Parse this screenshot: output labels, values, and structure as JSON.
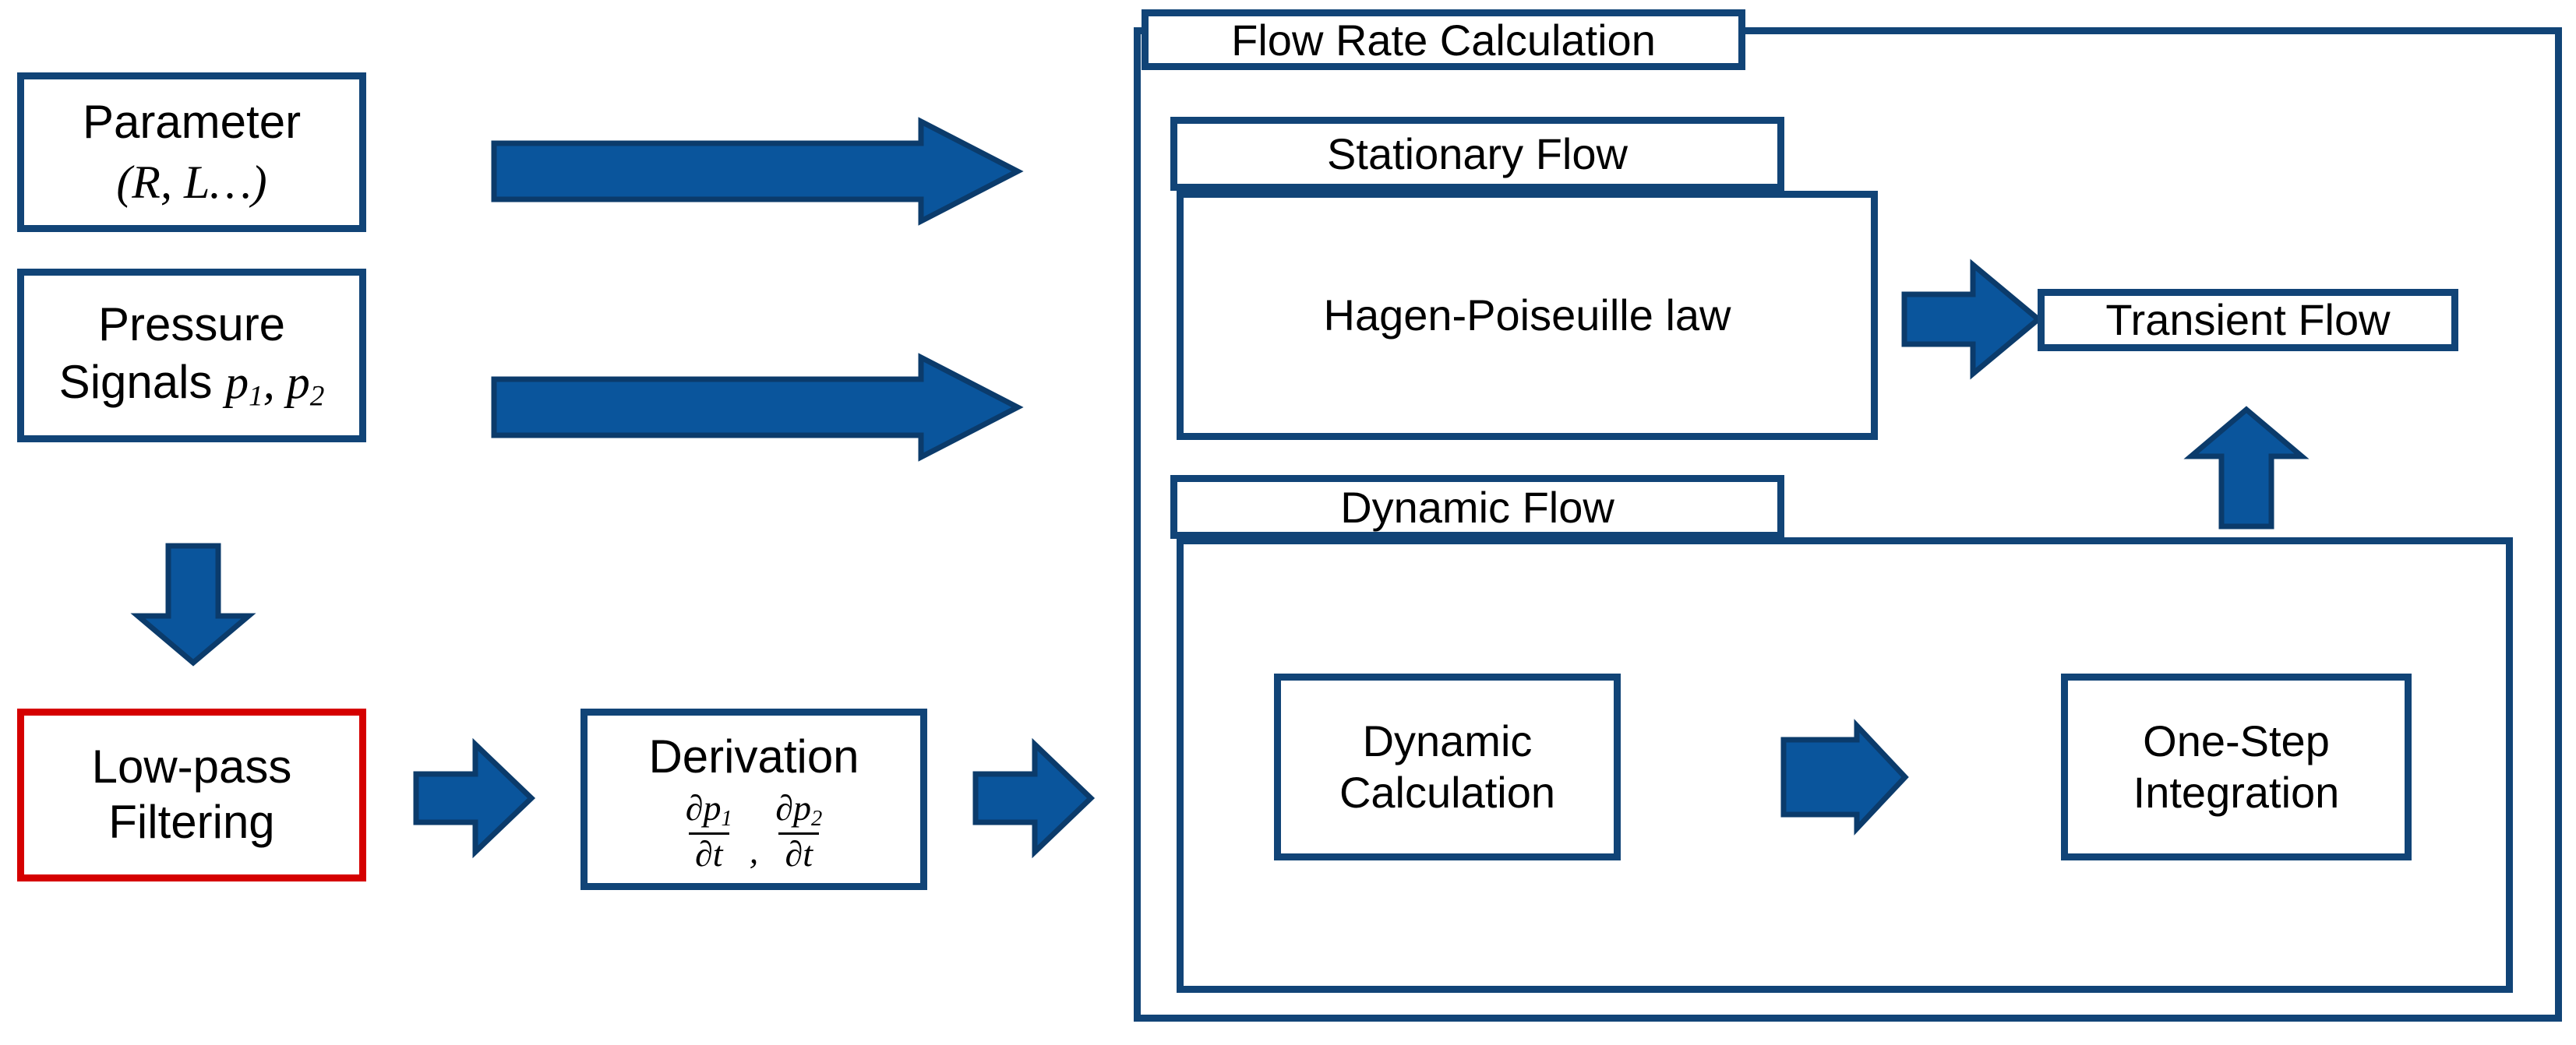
{
  "diagram": {
    "title": "Flow Rate Calculation pipeline",
    "colors": {
      "blue_border": "#114477",
      "arrow_fill": "#0A559C",
      "arrow_stroke": "#0B3B6B",
      "red_border": "#d50000",
      "background": "#ffffff",
      "text": "#000000"
    }
  },
  "left_column": {
    "parameter_box": {
      "line1": "Parameter",
      "line2_prefix": "(",
      "line2_sym1": "R",
      "line2_mid": ", ",
      "line2_sym2": "L",
      "line2_suffix": "…)"
    },
    "pressure_box": {
      "line1": "Pressure",
      "line2_prefix": "Signals ",
      "sym_p1": "p",
      "sym_p1_sub": "1",
      "sym_sep": ", ",
      "sym_p2": "p",
      "sym_p2_sub": "2"
    },
    "lowpass_box": {
      "line1": "Low-pass",
      "line2": "Filtering"
    },
    "derivation_box": {
      "title": "Derivation",
      "frac1_num_sym": "∂p",
      "frac1_num_sub": "1",
      "frac1_den": "∂t",
      "separator": ",",
      "frac2_num_sym": "∂p",
      "frac2_num_sub": "2",
      "frac2_den": "∂t"
    }
  },
  "right_panel": {
    "title": "Flow Rate Calculation",
    "stationary_flow": {
      "title": "Stationary Flow",
      "content": "Hagen-Poiseuille law"
    },
    "transient_flow": {
      "label": "Transient Flow"
    },
    "dynamic_flow": {
      "title": "Dynamic Flow",
      "left_box_line1": "Dynamic",
      "left_box_line2": "Calculation",
      "right_box_line1": "One-Step",
      "right_box_line2": "Integration"
    }
  },
  "arrows": [
    {
      "name": "parameter-to-flow-rate",
      "direction": "right",
      "size": "large"
    },
    {
      "name": "pressure-to-flow-rate",
      "direction": "right",
      "size": "large"
    },
    {
      "name": "pressure-to-lowpass",
      "direction": "down",
      "size": "small"
    },
    {
      "name": "lowpass-to-derivation",
      "direction": "right",
      "size": "small"
    },
    {
      "name": "derivation-to-flow-rate",
      "direction": "right",
      "size": "small"
    },
    {
      "name": "hagen-to-transient",
      "direction": "right",
      "size": "small"
    },
    {
      "name": "dynamic-calc-to-integration",
      "direction": "right",
      "size": "small"
    },
    {
      "name": "integration-to-transient",
      "direction": "up",
      "size": "small"
    }
  ]
}
